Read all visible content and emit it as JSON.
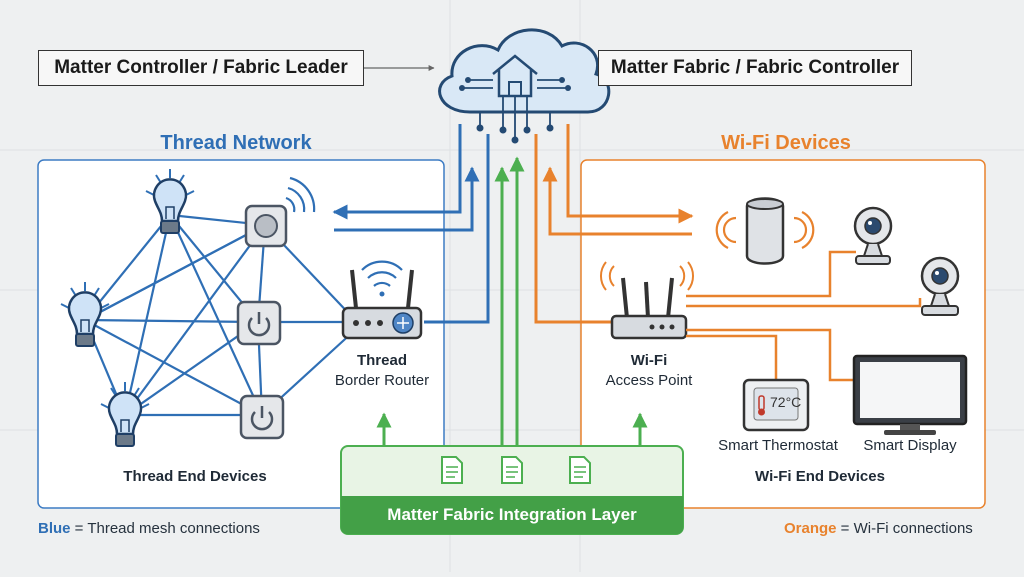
{
  "header": {
    "left_box": "Matter Controller / Fabric Leader",
    "right_box": "Matter Fabric / Fabric Controller"
  },
  "thread": {
    "title": "Thread Network",
    "border_router_line1": "Thread",
    "border_router_line2": "Border Router",
    "end_devices": "Thread End Devices"
  },
  "wifi": {
    "title": "Wi-Fi Devices",
    "ap_line1": "Wi-Fi",
    "ap_line2": "Access Point",
    "thermostat_label": "Smart Thermostat",
    "thermostat_reading": "72°C",
    "display_label": "Smart Display",
    "end_devices": "Wi-Fi End Devices"
  },
  "integration": {
    "label": "Matter Fabric Integration Layer"
  },
  "legend": {
    "blue_word": "Blue",
    "blue_text": " = Thread mesh connections",
    "orange_word": "Orange",
    "orange_text": " = Wi-Fi connections"
  },
  "colors": {
    "thread_blue": "#2f6fb5",
    "wifi_orange": "#e8822d",
    "matter_green": "#4caf50",
    "panel_bg": "#ffffff"
  },
  "icons": {
    "cloud": "cloud-home-icon",
    "bulb": "lightbulb-icon",
    "switch": "power-switch-icon",
    "sensor": "motion-sensor-icon",
    "router": "router-icon",
    "speaker": "smart-speaker-icon",
    "camera": "camera-icon",
    "thermostat": "thermostat-icon",
    "display": "monitor-icon",
    "document": "document-icon"
  }
}
